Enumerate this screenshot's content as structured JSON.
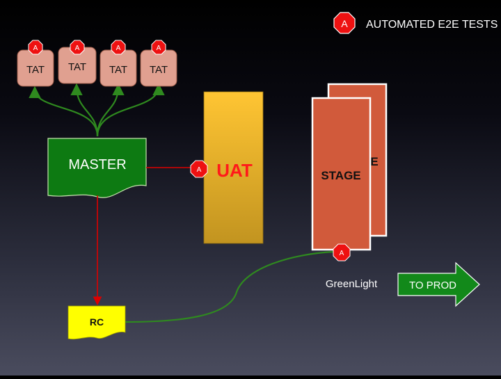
{
  "legend": {
    "badge_letter": "A",
    "label": "AUTOMATED E2E TESTS"
  },
  "badge_letter": "A",
  "tat_boxes": [
    {
      "label": "TAT"
    },
    {
      "label": "TAT"
    },
    {
      "label": "TAT"
    },
    {
      "label": "TAT"
    }
  ],
  "master": {
    "label": "MASTER"
  },
  "uat": {
    "label": "UAT"
  },
  "stage": {
    "label": "STAGE",
    "back_label_fragment": "E"
  },
  "rc": {
    "label": "RC"
  },
  "greenlight": {
    "label": "GreenLight"
  },
  "to_prod": {
    "label": "TO PROD"
  },
  "colors": {
    "tat_fill": "#e0a090",
    "master_fill": "#0d7a12",
    "uat_fill_top": "#ffc533",
    "uat_fill_bottom": "#c99a22",
    "uat_text": "#ff1a1a",
    "stage_fill": "#d15a3b",
    "rc_fill": "#ffff00",
    "to_prod_fill": "#12891a",
    "badge_fill": "#ee1111",
    "green_line": "#2f8a1f",
    "red_line": "#dd0000"
  }
}
